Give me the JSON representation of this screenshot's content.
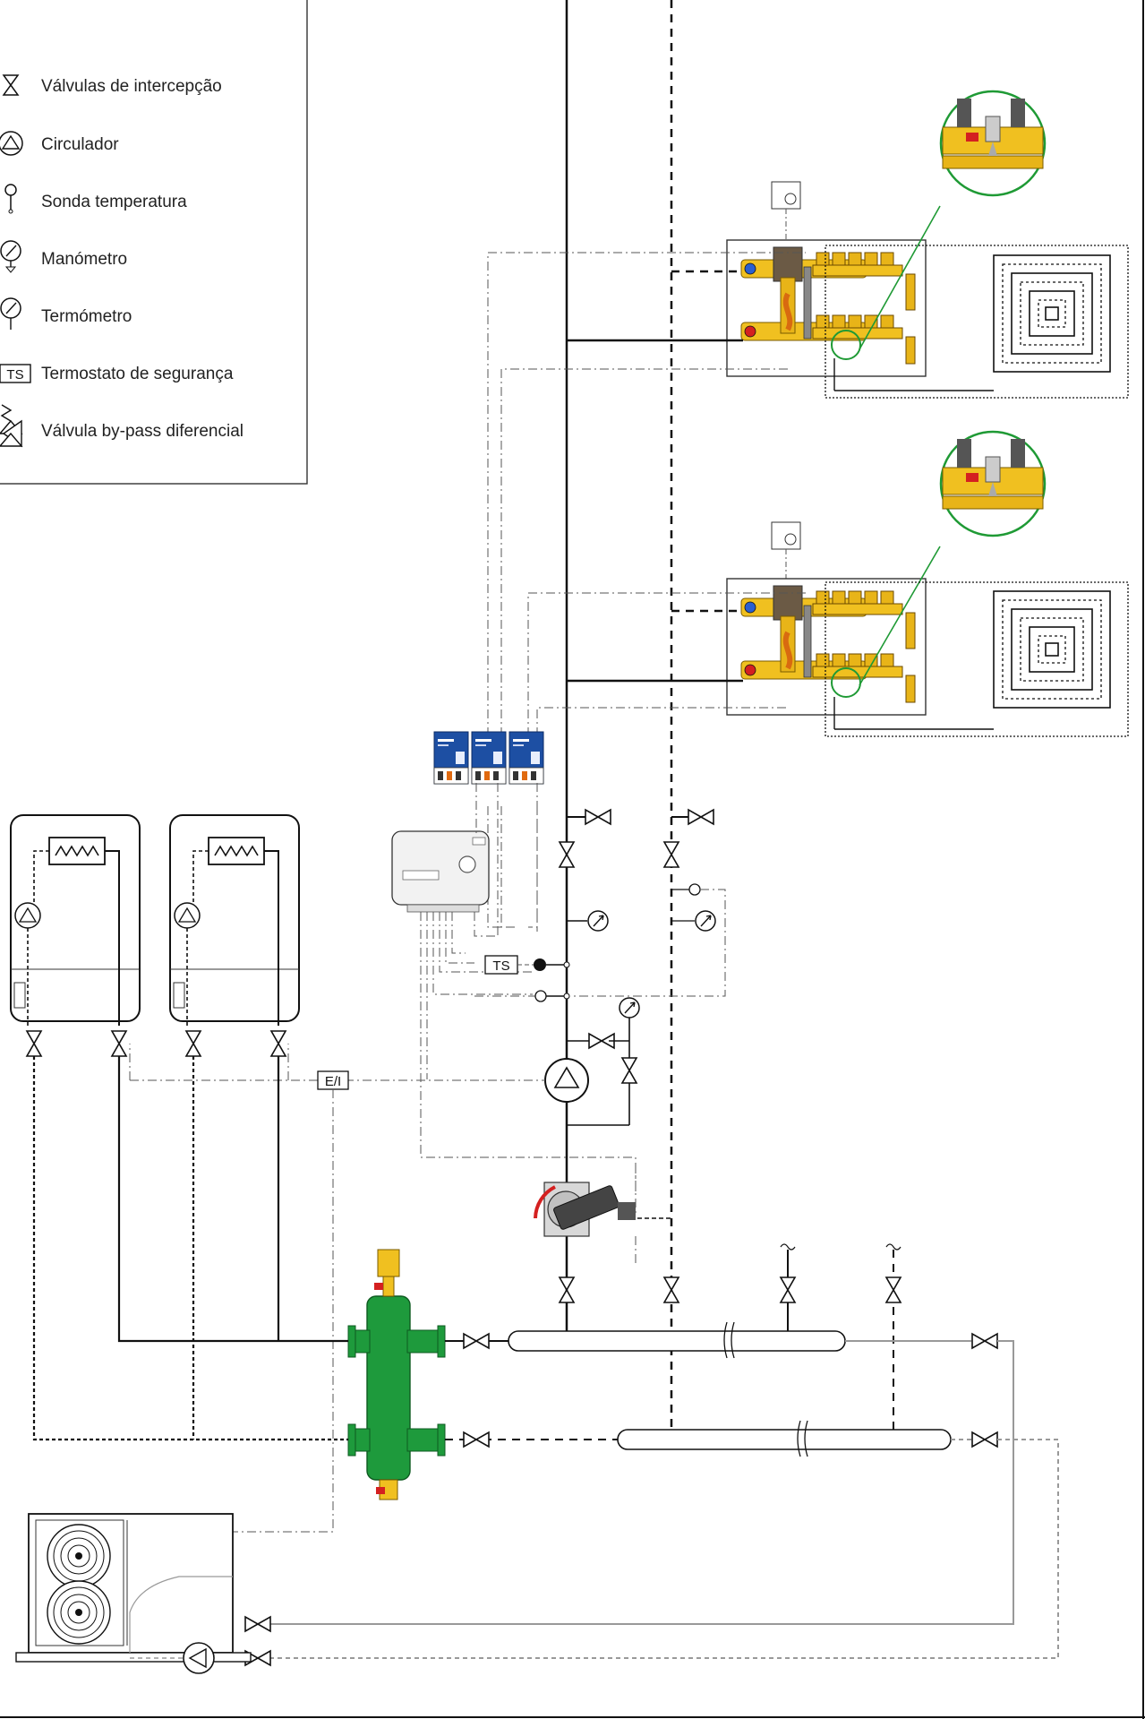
{
  "legend": {
    "items": [
      {
        "icon": "shutoff-valve-icon",
        "label": "Válvulas de intercepção"
      },
      {
        "icon": "circulator-icon",
        "label": "Circulador"
      },
      {
        "icon": "temperature-probe-icon",
        "label": "Sonda temperatura"
      },
      {
        "icon": "pressure-gauge-icon",
        "label": "Manómetro"
      },
      {
        "icon": "thermometer-icon",
        "label": "Termómetro"
      },
      {
        "icon": "safety-thermostat-icon",
        "label": "Termostato de segurança",
        "badge": "TS"
      },
      {
        "icon": "bypass-valve-icon",
        "label": "Válvula by-pass diferencial"
      }
    ]
  },
  "labels": {
    "safety_thermostat": "TS",
    "ei_module": "E/I"
  },
  "colors": {
    "brass": "#f0c020",
    "separator_green": "#1e9a3c",
    "module_blue": "#1d4fa3",
    "pipe_black": "#111111",
    "pipe_grey": "#999999",
    "zone_green_circle": "#1f9a35"
  }
}
